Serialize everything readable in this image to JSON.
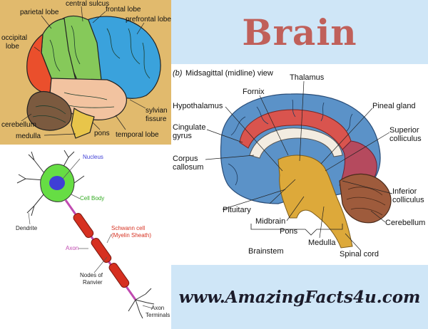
{
  "title": "Brain",
  "website": "www.AmazingFacts4u.com",
  "lateral_labels": {
    "central_sulcus": "central sulcus",
    "parietal": "parietal lobe",
    "frontal": "frontal lobe",
    "prefrontal": "prefrontal lobe",
    "occipital_1": "occipital",
    "occipital_2": "lobe",
    "cerebellum": "cerebellum",
    "medulla": "medulla",
    "pons": "pons",
    "temporal": "temporal lobe",
    "sylvian_1": "sylvian",
    "sylvian_2": "fissure"
  },
  "neuron_labels": {
    "nucleus": "Nucleus",
    "cell_body": "Cell Body",
    "dendrite": "Dendrite",
    "schwann_1": "Schwann cell",
    "schwann_2": "(Myelin Sheath)",
    "axon": "Axon",
    "nodes_1": "Nodes of",
    "nodes_2": "Ranvier",
    "terminals_1": "Axon",
    "terminals_2": "Terminals"
  },
  "sagittal": {
    "caption_letter": "(b)",
    "caption_text": "Midsagittal (midline) view",
    "thalamus": "Thalamus",
    "fornix": "Fornix",
    "hypothalamus": "Hypothalamus",
    "pineal": "Pineal gland",
    "cingulate_1": "Cingulate",
    "cingulate_2": "gyrus",
    "superior_1": "Superior",
    "superior_2": "colliculus",
    "corpus_1": "Corpus",
    "corpus_2": "callosum",
    "inferior_1": "Inferior",
    "inferior_2": "colliculus",
    "pituitary": "Pituitary",
    "midbrain": "Midbrain",
    "cerebellum": "Cerebellum",
    "pons": "Pons",
    "medulla": "Medulla",
    "brainstem": "Brainstem",
    "spinal": "Spinal cord"
  },
  "colors": {
    "title": "#c0605a",
    "background": "#cfe6f7",
    "frontal": "#86c95a",
    "prefrontal": "#3aa2dc",
    "parietal": "#86c95a",
    "occipital": "#ea4f2c",
    "temporal": "#f2c3a0",
    "cerebellum": "#7b5a3f",
    "cell_body": "#66dd44",
    "nucleus": "#3f3fd6",
    "myelin": "#d63020",
    "axon": "#c04ab0"
  }
}
